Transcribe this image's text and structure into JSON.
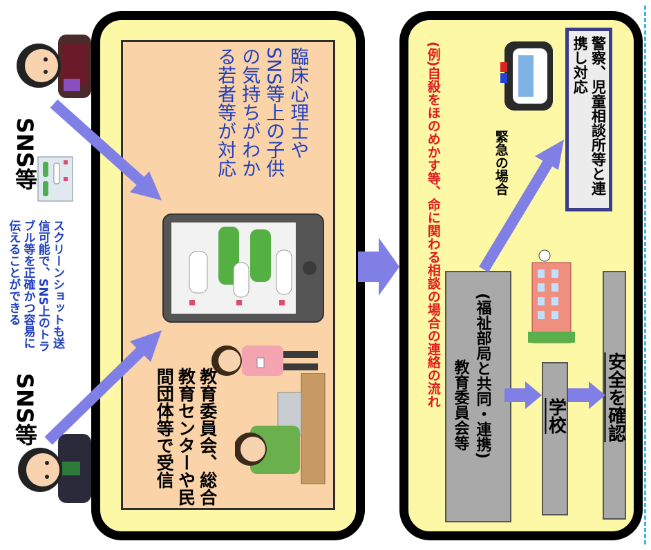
{
  "left": {
    "sns_label_top": "SNS等",
    "sns_label_bottom": "SNS等",
    "screenshot_note": "スクリーンショットも送信可能で、SNS上のトラブル等を正確かつ容易に伝えることができる",
    "counselor_note": "臨床心理士やSNS等上の子供の気持ちがわかる若者等が対応",
    "receiver_note": "教育委員会、総合教育センターや民間団体等で受信"
  },
  "right": {
    "flow_title": "(例)自殺をほのめかす等、命に関わる相談の場合の連絡の流れ",
    "emergency_label": "緊急の場合",
    "police_box": "警察、児童相談所等と連携し対応",
    "board_box_line1": "教育委員会等",
    "board_box_line2": "(福祉部局と共同・連携)",
    "school_box": "学校",
    "safety_box": "安全を確認"
  },
  "colors": {
    "panel_fill": "#fdf8a6",
    "peach_fill": "#fbd3a8",
    "arrow": "#7f7fe6",
    "note_blue": "#1f3fbf",
    "title_red": "#e01b1b",
    "gray_box": "#a9a9a9"
  },
  "icons": [
    "student-boy-icon",
    "student-girl-icon",
    "chat-screenshot-icon",
    "smartphone-icon",
    "counselor-woman-icon",
    "man-at-laptop-icon",
    "police-car-icon",
    "school-building-icon"
  ]
}
